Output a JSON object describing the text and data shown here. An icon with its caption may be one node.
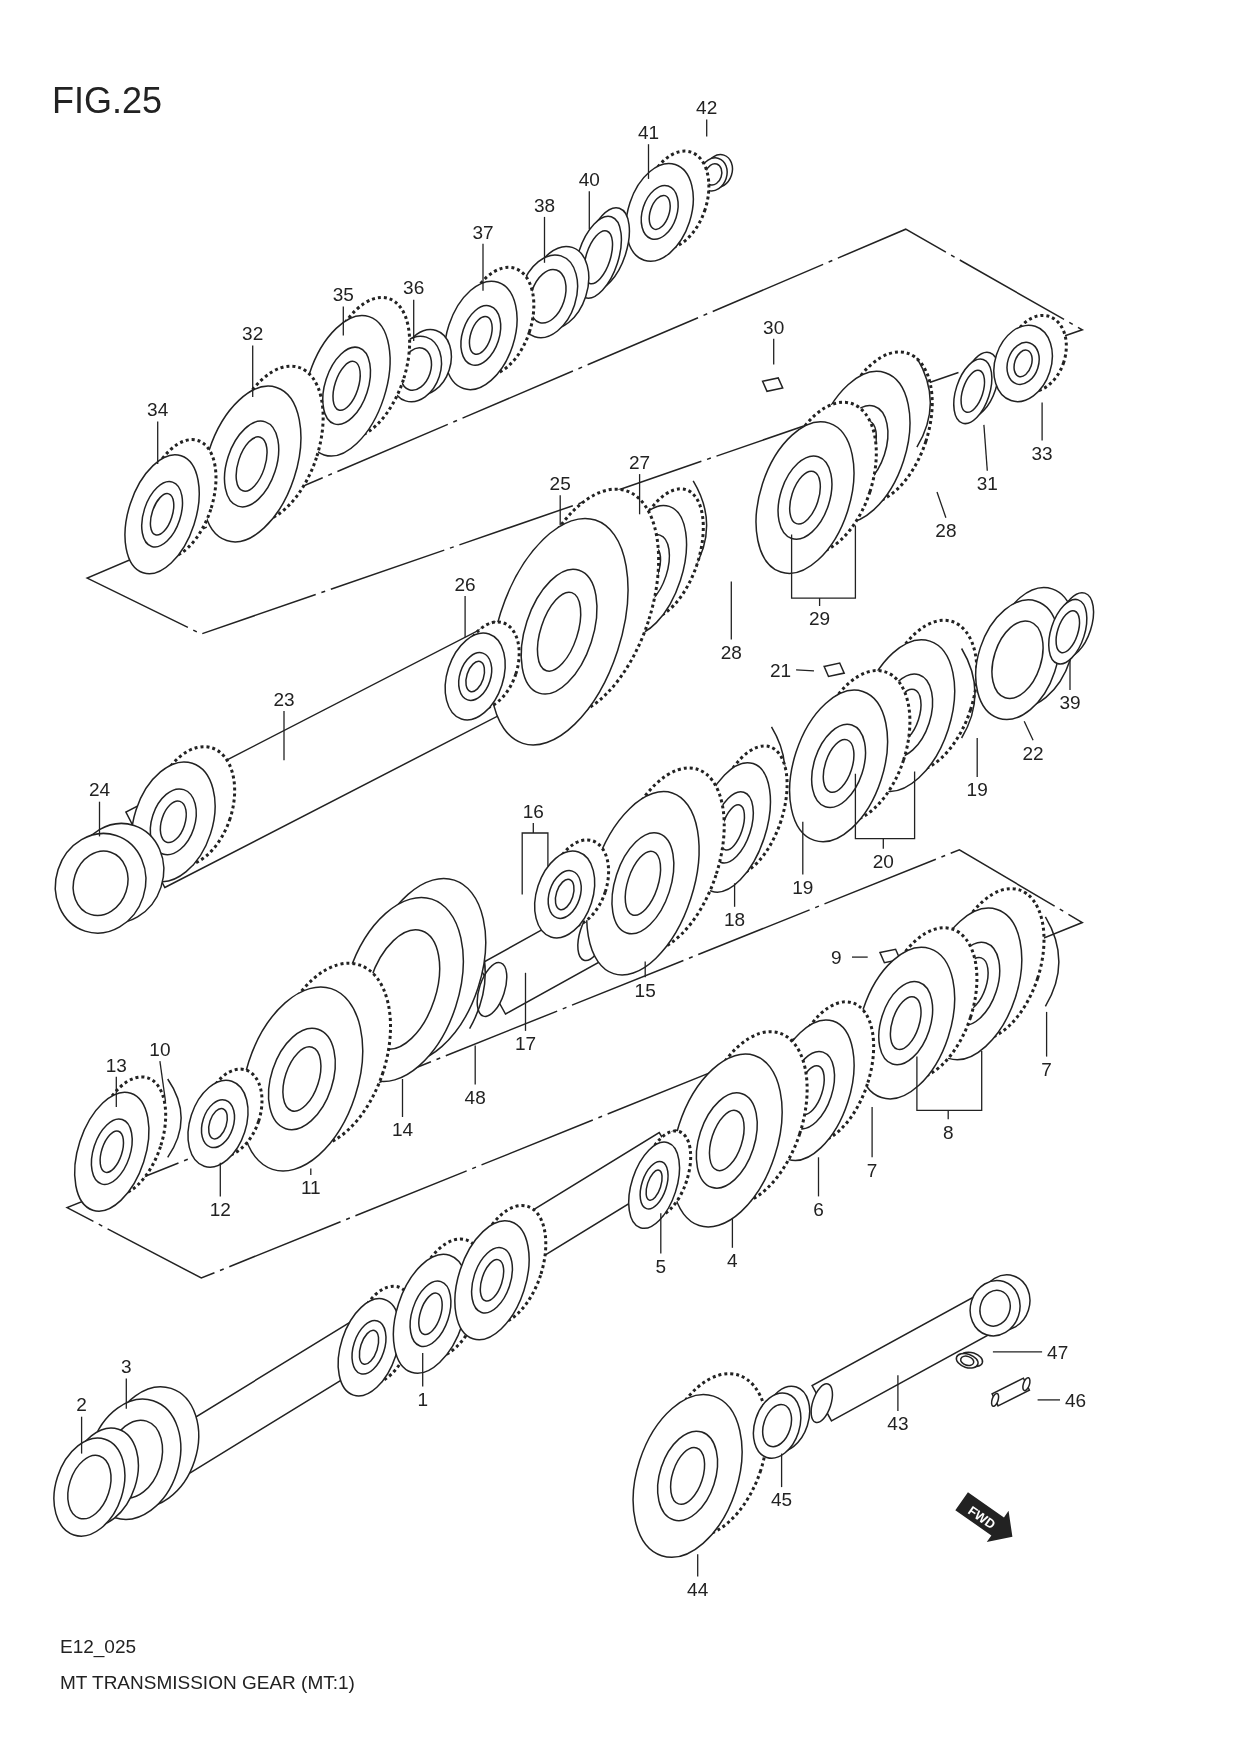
{
  "diagram": {
    "title": "FIG.25",
    "nodes": [
      {
        "text": [
          "42"
        ]
      },
      {
        "text": [
          "41"
        ]
      },
      {
        "text": [
          "40"
        ]
      },
      {
        "text": [
          "38"
        ]
      },
      {
        "text": [
          "37"
        ]
      },
      {
        "text": [
          "36"
        ]
      },
      {
        "text": [
          "35"
        ]
      },
      {
        "text": [
          "32"
        ]
      },
      {
        "text": [
          "30"
        ]
      },
      {
        "text": [
          "34"
        ]
      },
      {
        "text": [
          "33"
        ]
      },
      {
        "text": [
          "27"
        ]
      },
      {
        "text": [
          "25"
        ]
      },
      {
        "text": [
          "31"
        ]
      },
      {
        "text": [
          "28"
        ]
      },
      {
        "text": [
          "29"
        ]
      },
      {
        "text": [
          "26"
        ]
      },
      {
        "text": [
          "28"
        ]
      },
      {
        "text": [
          "21"
        ]
      },
      {
        "text": [
          "23"
        ]
      },
      {
        "text": [
          "39"
        ]
      },
      {
        "text": [
          "22"
        ]
      },
      {
        "text": [
          "24"
        ]
      },
      {
        "text": [
          "19"
        ]
      },
      {
        "text": [
          "16"
        ]
      },
      {
        "text": [
          "20"
        ]
      },
      {
        "text": [
          "19"
        ]
      },
      {
        "text": [
          "18"
        ]
      },
      {
        "text": [
          "9"
        ]
      },
      {
        "text": [
          "15"
        ]
      },
      {
        "text": [
          "17"
        ]
      },
      {
        "text": [
          "10"
        ]
      },
      {
        "text": [
          "13"
        ]
      },
      {
        "text": [
          "7"
        ]
      },
      {
        "text": [
          "48"
        ]
      },
      {
        "text": [
          "14"
        ]
      },
      {
        "text": [
          "8"
        ]
      },
      {
        "text": [
          "7"
        ]
      },
      {
        "text": [
          "11"
        ]
      },
      {
        "text": [
          "6"
        ]
      },
      {
        "text": [
          "12"
        ]
      },
      {
        "text": [
          "4"
        ]
      },
      {
        "text": [
          "5"
        ]
      },
      {
        "text": [
          "47"
        ]
      },
      {
        "text": [
          "3"
        ]
      },
      {
        "text": [
          "46"
        ]
      },
      {
        "text": [
          "1"
        ]
      },
      {
        "text": [
          "2"
        ]
      },
      {
        "text": [
          "43"
        ]
      },
      {
        "text": [
          "45"
        ]
      },
      {
        "text": [
          "44"
        ]
      }
    ],
    "edges": [
      {
        "from": 0,
        "to": null,
        "arrow": "none"
      },
      {
        "from": 1,
        "to": null,
        "arrow": "none"
      },
      {
        "from": 2,
        "to": null,
        "arrow": "none"
      },
      {
        "from": 3,
        "to": null,
        "arrow": "none"
      },
      {
        "from": 4,
        "to": null,
        "arrow": "none"
      },
      {
        "from": 5,
        "to": null,
        "arrow": "none"
      },
      {
        "from": 6,
        "to": null,
        "arrow": "none"
      },
      {
        "from": 7,
        "to": null,
        "arrow": "none"
      },
      {
        "from": 8,
        "to": null,
        "arrow": "none"
      },
      {
        "from": 9,
        "to": null,
        "arrow": "none"
      },
      {
        "from": 10,
        "to": null,
        "arrow": "none"
      },
      {
        "from": 11,
        "to": null,
        "arrow": "none"
      },
      {
        "from": 12,
        "to": null,
        "arrow": "none"
      },
      {
        "from": 13,
        "to": null,
        "arrow": "none"
      },
      {
        "from": 14,
        "to": null,
        "arrow": "none"
      },
      {
        "from": 15,
        "to": null,
        "arrow": "none"
      },
      {
        "from": 16,
        "to": null,
        "arrow": "none"
      },
      {
        "from": 17,
        "to": null,
        "arrow": "none"
      },
      {
        "from": 18,
        "to": null,
        "arrow": "none"
      },
      {
        "from": 19,
        "to": null,
        "arrow": "none"
      },
      {
        "from": 20,
        "to": null,
        "arrow": "none"
      },
      {
        "from": 21,
        "to": null,
        "arrow": "none"
      },
      {
        "from": 22,
        "to": null,
        "arrow": "none"
      },
      {
        "from": 23,
        "to": null,
        "arrow": "none"
      },
      {
        "from": 24,
        "to": null,
        "arrow": "none"
      },
      {
        "from": 25,
        "to": null,
        "arrow": "none"
      },
      {
        "from": 26,
        "to": null,
        "arrow": "none"
      },
      {
        "from": 27,
        "to": null,
        "arrow": "none"
      },
      {
        "from": 28,
        "to": null,
        "arrow": "none"
      },
      {
        "from": 29,
        "to": null,
        "arrow": "none"
      },
      {
        "from": 30,
        "to": null,
        "arrow": "none"
      },
      {
        "from": 31,
        "to": null,
        "arrow": "none"
      },
      {
        "from": 32,
        "to": null,
        "arrow": "none"
      },
      {
        "from": 33,
        "to": null,
        "arrow": "none"
      },
      {
        "from": 34,
        "to": null,
        "arrow": "none"
      },
      {
        "from": 35,
        "to": null,
        "arrow": "none"
      },
      {
        "from": 36,
        "to": null,
        "arrow": "none"
      },
      {
        "from": 37,
        "to": null,
        "arrow": "none"
      },
      {
        "from": 38,
        "to": null,
        "arrow": "none"
      },
      {
        "from": 39,
        "to": null,
        "arrow": "none"
      },
      {
        "from": 40,
        "to": null,
        "arrow": "none"
      },
      {
        "from": 41,
        "to": null,
        "arrow": "none"
      },
      {
        "from": 42,
        "to": null,
        "arrow": "none"
      },
      {
        "from": 43,
        "to": null,
        "arrow": "none"
      },
      {
        "from": 44,
        "to": null,
        "arrow": "none"
      },
      {
        "from": 45,
        "to": null,
        "arrow": "none"
      },
      {
        "from": 46,
        "to": null,
        "arrow": "none"
      },
      {
        "from": 47,
        "to": null,
        "arrow": "none"
      },
      {
        "from": 48,
        "to": null,
        "arrow": "none"
      },
      {
        "from": 49,
        "to": null,
        "arrow": "none"
      },
      {
        "from": 50,
        "to": null,
        "arrow": "none"
      }
    ],
    "labels": [
      "FWD",
      "E12_025",
      "MT TRANSMISSION GEAR (MT:1)"
    ]
  }
}
